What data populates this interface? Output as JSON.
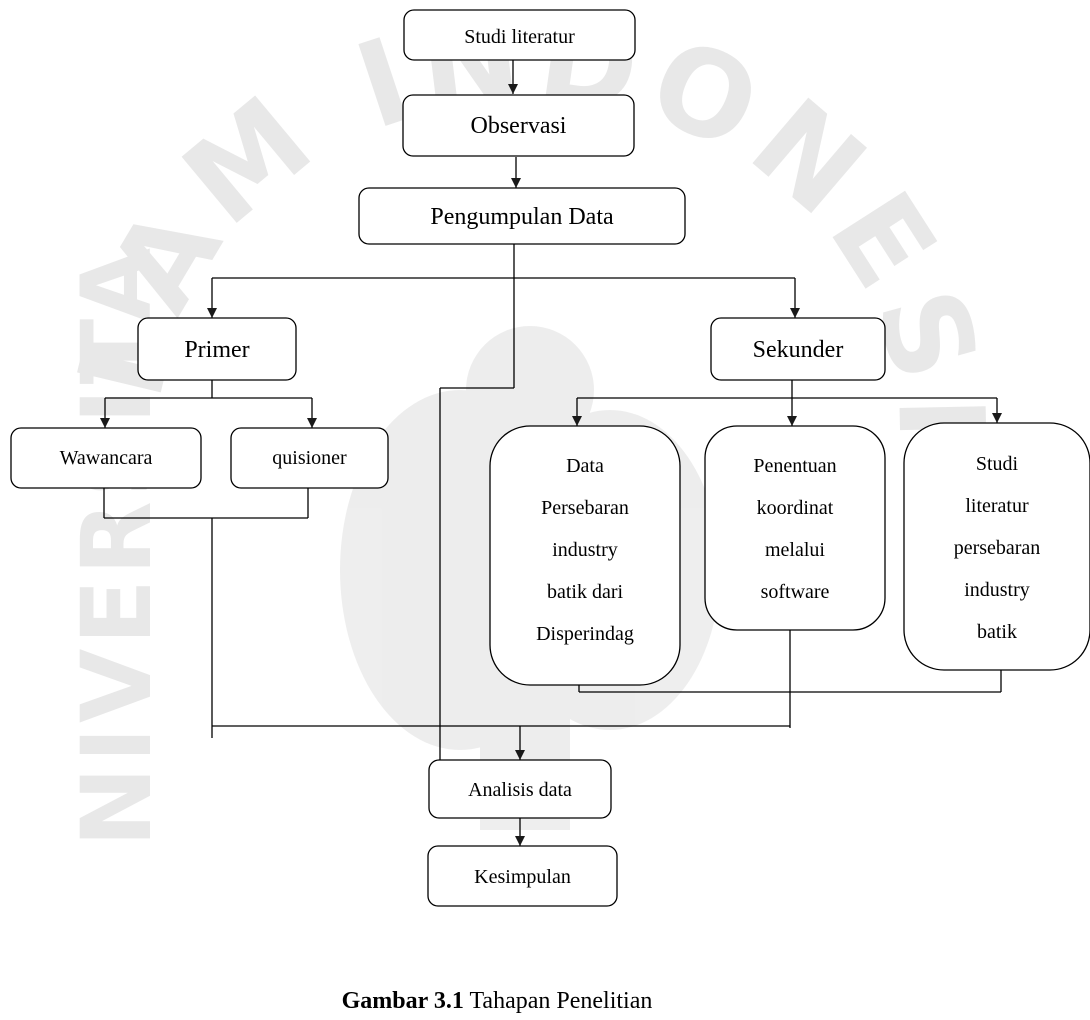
{
  "watermark": {
    "arc_text": "ISLAM INDONESIA",
    "left_text": "UNIVERSITAS"
  },
  "nodes": {
    "studi_literatur": {
      "lines": [
        "Studi literatur"
      ]
    },
    "observasi": {
      "lines": [
        "Observasi"
      ]
    },
    "pengumpulan_data": {
      "lines": [
        "Pengumpulan Data"
      ]
    },
    "primer": {
      "lines": [
        "Primer"
      ]
    },
    "sekunder": {
      "lines": [
        "Sekunder"
      ]
    },
    "wawancara": {
      "lines": [
        "Wawancara"
      ]
    },
    "quisioner": {
      "lines": [
        "quisioner"
      ]
    },
    "data_persebaran": {
      "lines": [
        "Data",
        "Persebaran",
        "industry",
        "batik dari",
        "Disperindag"
      ]
    },
    "penentuan_koordinat": {
      "lines": [
        "Penentuan",
        "koordinat",
        "melalui",
        "software"
      ]
    },
    "studi_literatur_persebaran": {
      "lines": [
        "Studi",
        "literatur",
        "persebaran",
        "industry",
        "batik"
      ]
    },
    "analisis_data": {
      "lines": [
        "Analisis data"
      ]
    },
    "kesimpulan": {
      "lines": [
        "Kesimpulan"
      ]
    }
  },
  "caption": {
    "label": "Gambar 3.1",
    "text": " Tahapan Penelitian"
  }
}
